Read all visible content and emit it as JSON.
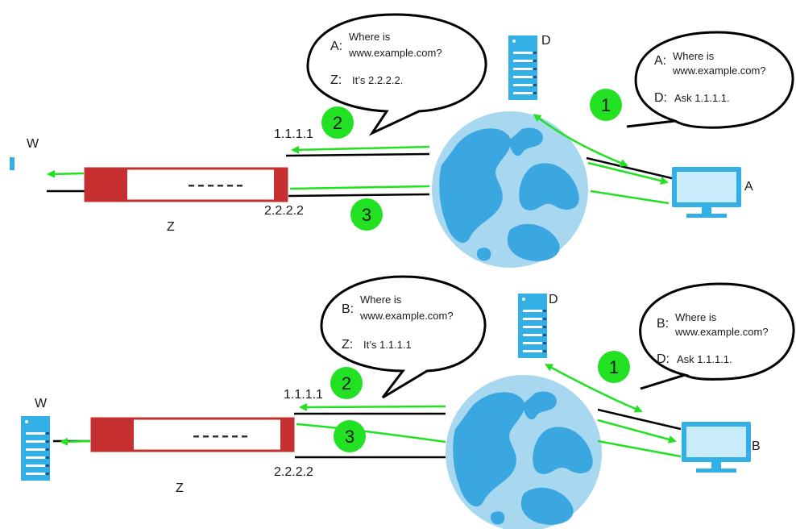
{
  "colors": {
    "arrow": "#22e122",
    "firewall_red": "#c62f2f",
    "device_blue": "#32b0e6",
    "globe_ocean": "#a8d8f0",
    "globe_land": "#3aa7e0",
    "bubble_stroke": "#000000"
  },
  "icons": [
    "globe-icon",
    "server-icon",
    "monitor-icon",
    "firewall-icon"
  ],
  "top": {
    "node_w": "W",
    "node_z": "Z",
    "node_d": "D",
    "node_client": "A",
    "ip_upper": "1.1.1.1",
    "ip_lower": "2.2.2.2",
    "step1": "1",
    "step2": "2",
    "step3": "3",
    "bubble_left": {
      "l1_speaker": "A:",
      "l1_text_a": "Where is",
      "l1_text_b": "www.example.com?",
      "l2_speaker": "Z:",
      "l2_text": "It’s 2.2.2.2."
    },
    "bubble_right": {
      "l1_speaker": "A:",
      "l1_text_a": "Where is",
      "l1_text_b": "www.example.com?",
      "l2_speaker": "D:",
      "l2_text": "Ask 1.1.1.1."
    }
  },
  "bottom": {
    "node_w": "W",
    "node_z": "Z",
    "node_d": "D",
    "node_client": "B",
    "ip_upper": "1.1.1.1",
    "ip_lower": "2.2.2.2",
    "step1": "1",
    "step2": "2",
    "step3": "3",
    "bubble_left": {
      "l1_speaker": "B:",
      "l1_text_a": "Where is",
      "l1_text_b": "www.example.com?",
      "l2_speaker": "Z:",
      "l2_text": "It’s 1.1.1.1"
    },
    "bubble_right": {
      "l1_speaker": "B:",
      "l1_text_a": "Where is",
      "l1_text_b": "www.example.com?",
      "l2_speaker": "D:",
      "l2_text": "Ask 1.1.1.1."
    }
  }
}
